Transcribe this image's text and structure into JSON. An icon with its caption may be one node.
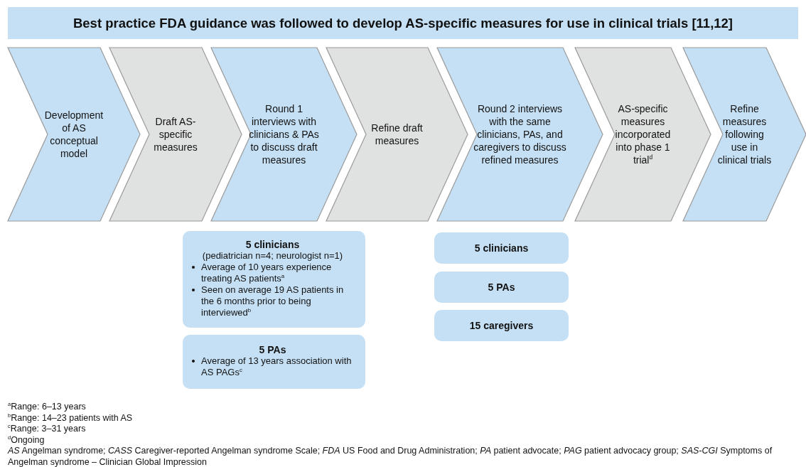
{
  "diagram": {
    "title": "Best practice FDA guidance was followed to develop AS-specific measures for use in clinical trials [11,12]",
    "nodes": [
      {
        "text": [
          "Development of AS conceptual model"
        ]
      },
      {
        "text": [
          "Draft AS-specific measures"
        ]
      },
      {
        "text": [
          "Round 1 interviews with clinicians & PAs to discuss draft measures"
        ]
      },
      {
        "text": [
          "Refine draft measures"
        ]
      },
      {
        "text": [
          "Round 2 interviews with the same clinicians, PAs, and caregivers to discuss refined measures"
        ]
      },
      {
        "text": [
          "AS-specific measures incorporated into phase 1 trial$^{d}$"
        ]
      },
      {
        "text": [
          "Refine measures following use in clinical trials"
        ]
      },
      {
        "text": [
          "5 clinicians",
          "(pediatrician n=4; neurologist n=1)",
          "Average of 10 years experience treating AS patients$^{a}$",
          "Seen on average 19 AS patients in the 6 months prior to being interviewed$^{b}$"
        ]
      },
      {
        "text": [
          "5 PAs",
          "Average of 13 years association with AS PAGs$^{c}$"
        ]
      },
      {
        "text": [
          "5 clinicians"
        ]
      },
      {
        "text": [
          "5 PAs"
        ]
      },
      {
        "text": [
          "15 caregivers"
        ]
      }
    ],
    "labels": [
      "$^{a}$Range: 6–13 years",
      "$^{b}$Range: 14–23 patients with AS",
      "$^{c}$Range: 3–31 years",
      "$^{d}$Ongoing",
      "*AS* Angelman syndrome; *CASS* Caregiver-reported Angelman syndrome Scale; *FDA* US Food and Drug Administration; *PA* patient advocate; *PAG* patient advocacy group; *SAS-CGI* Symptoms of Angelman syndrome – Clinician Global Impression"
    ]
  }
}
